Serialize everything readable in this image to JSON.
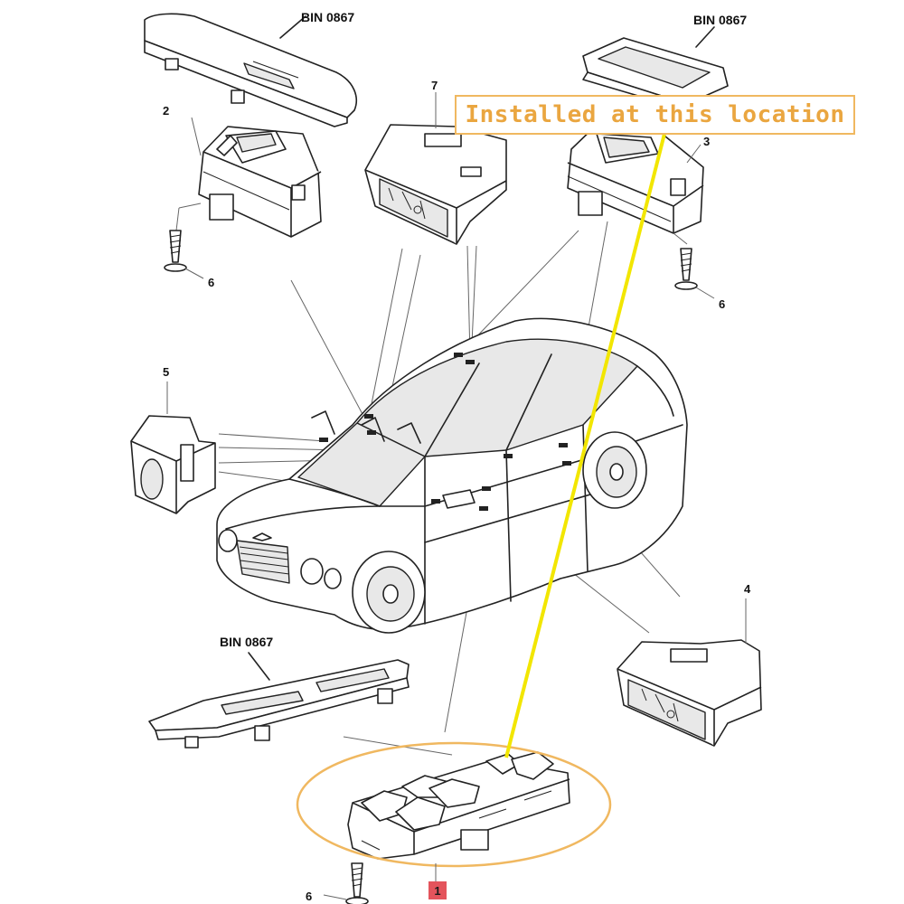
{
  "callout": {
    "text": "Installed at this location",
    "color": "#eaa640",
    "pointer_color": "#f2e600"
  },
  "highlight": {
    "color": "#f0b860"
  },
  "labels": {
    "bin_top_left": "BIN 0867",
    "bin_top_right": "BIN 0867",
    "bin_bottom_left": "BIN 0867"
  },
  "parts": {
    "p1": "1",
    "p2": "2",
    "p3": "3",
    "p4": "4",
    "p5": "5",
    "p6_left": "6",
    "p6_right": "6",
    "p6_bottom": "6",
    "p7": "7"
  },
  "colors": {
    "line": "#222222",
    "part1_badge": "#e4545c"
  }
}
